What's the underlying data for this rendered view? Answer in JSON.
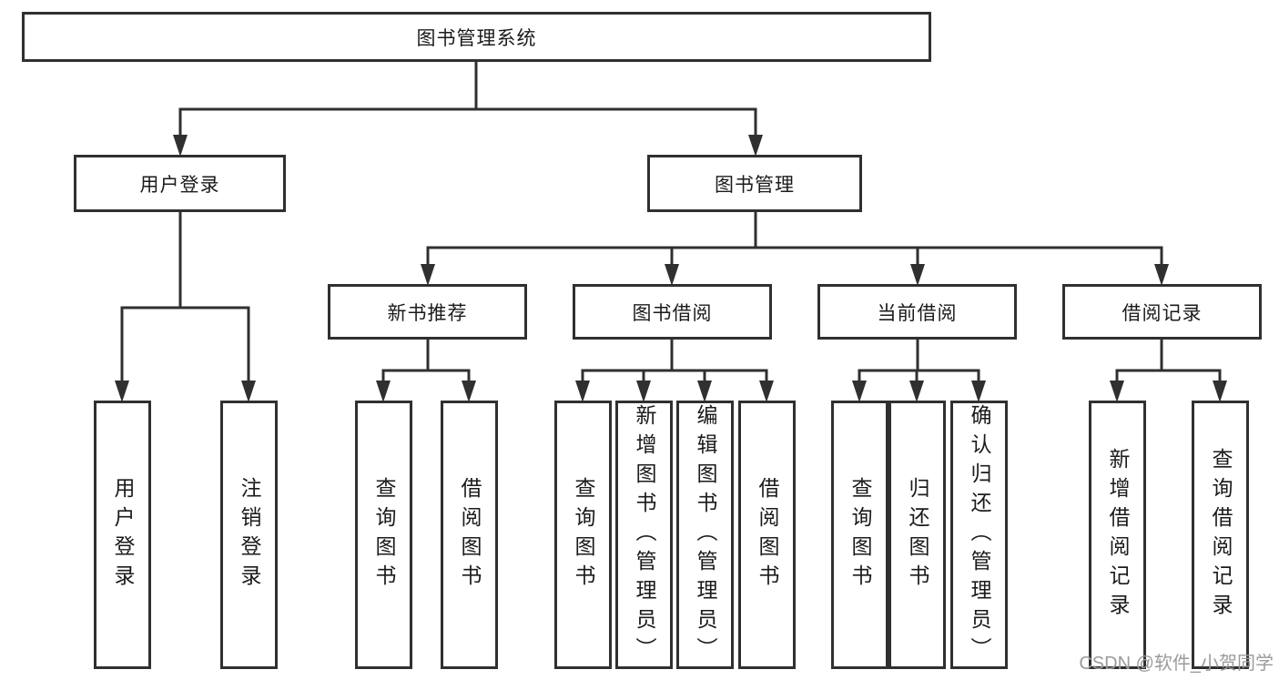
{
  "diagram": {
    "root": {
      "label": "图书管理系统"
    },
    "level2": [
      {
        "label": "用户登录"
      },
      {
        "label": "图书管理"
      }
    ],
    "level3": [
      {
        "label": "新书推荐"
      },
      {
        "label": "图书借阅"
      },
      {
        "label": "当前借阅"
      },
      {
        "label": "借阅记录"
      }
    ],
    "leaves": {
      "login": [
        "用户登录",
        "注销登录"
      ],
      "newbook": [
        "查询图书",
        "借阅图书"
      ],
      "borrow": [
        "查询图书",
        "新增图书（管理员）",
        "编辑图书（管理员）",
        "借阅图书"
      ],
      "current": [
        "查询图书",
        "归还图书",
        "确认归还（管理员）"
      ],
      "records": [
        "新增借阅记录",
        "查询借阅记录"
      ]
    }
  },
  "watermark": "CSDN @软件_小贺同学",
  "colors": {
    "line": "#303030",
    "box_border": "#303030",
    "text": "#1b1b1b",
    "watermark": "#9b9b9b",
    "background": "#ffffff"
  }
}
